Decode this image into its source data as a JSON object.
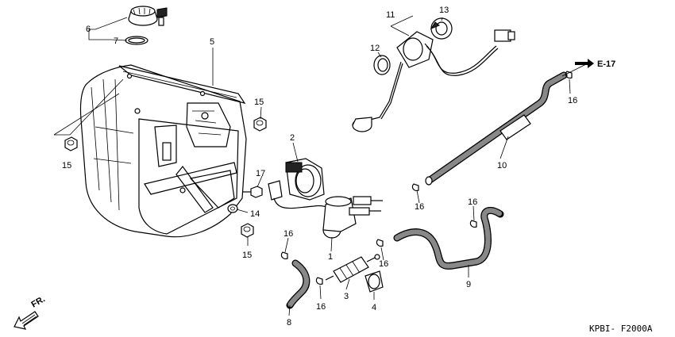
{
  "diagram": {
    "parts": [
      {
        "id": "1",
        "label": "1"
      },
      {
        "id": "2",
        "label": "2"
      },
      {
        "id": "3",
        "label": "3"
      },
      {
        "id": "4",
        "label": "4"
      },
      {
        "id": "5",
        "label": "5"
      },
      {
        "id": "6",
        "label": "6"
      },
      {
        "id": "7",
        "label": "7"
      },
      {
        "id": "8",
        "label": "8"
      },
      {
        "id": "9",
        "label": "9"
      },
      {
        "id": "10",
        "label": "10"
      },
      {
        "id": "11",
        "label": "11"
      },
      {
        "id": "12",
        "label": "12"
      },
      {
        "id": "13",
        "label": "13"
      },
      {
        "id": "14",
        "label": "14"
      },
      {
        "id": "15",
        "label": "15"
      },
      {
        "id": "16",
        "label": "16"
      },
      {
        "id": "17",
        "label": "17"
      }
    ],
    "reference_label": "E-17",
    "direction_label": "FR.",
    "diagram_code": "KPBI- F2000A"
  }
}
